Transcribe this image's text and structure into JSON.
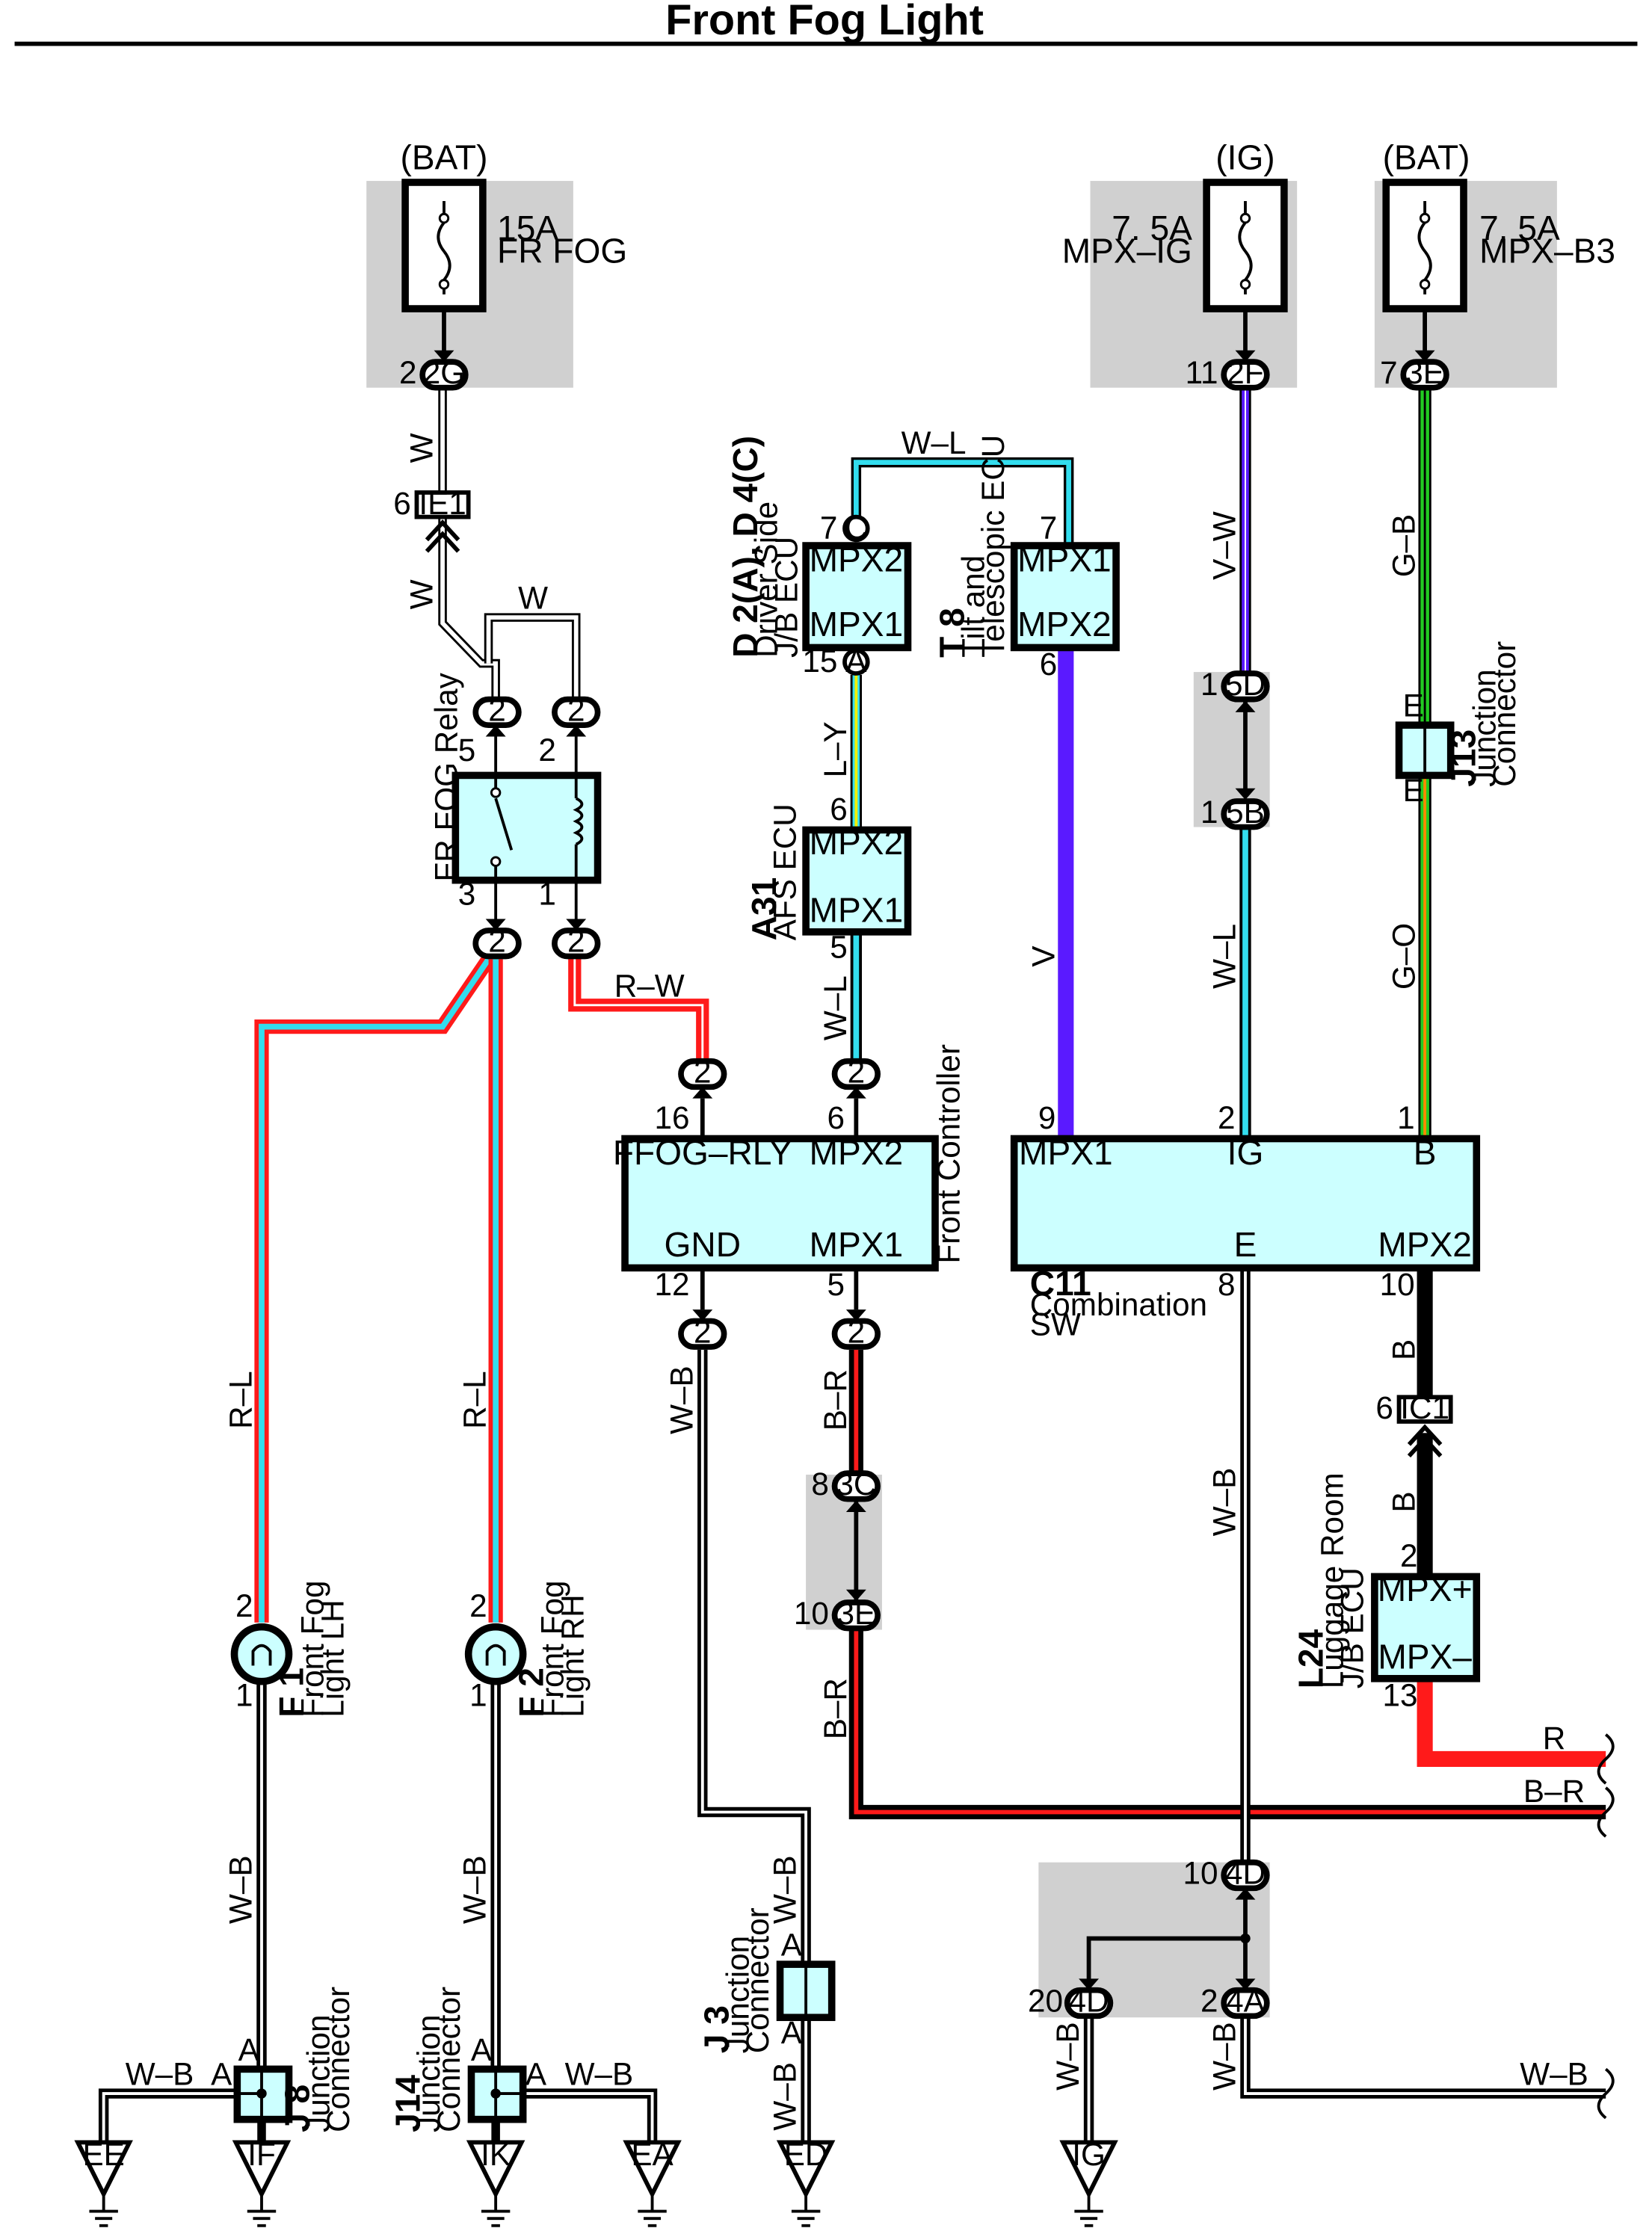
{
  "title": "Front Fog Light",
  "power": {
    "bat1": "(BAT)",
    "ig": "(IG)",
    "bat2": "(BAT)",
    "fuse_fr_fog_amp": "15A",
    "fuse_fr_fog_name": "FR FOG",
    "fuse_mpx_ig_amp": "7. 5A",
    "fuse_mpx_ig_name": "MPX–IG",
    "fuse_mpx_b3_amp": "7. 5A",
    "fuse_mpx_b3_name": "MPX–B3"
  },
  "connectors": {
    "c2G": "2G",
    "p2G": "2",
    "c2F": "2F",
    "p2F": "11",
    "c3E_top": "3E",
    "p3E_top": "7",
    "cIE1": "IE1",
    "pIE1": "6",
    "cIC1": "IC1",
    "pIC1": "6",
    "c5D": "5D",
    "p5D": "1",
    "c5B": "5B",
    "p5B": "1",
    "c3C": "3C",
    "p3C": "8",
    "c3E_mid": "3E",
    "p3E_mid": "10",
    "c4D_top": "4D",
    "p4D_top": "10",
    "c4D_left": "4D",
    "p4D_left": "20",
    "c4A": "4A",
    "p4A": "2",
    "c2": "2",
    "cA": "A",
    "cC": "C",
    "pin1": "1",
    "pin2": "2",
    "pin3": "3",
    "pin5": "5",
    "pin6": "6",
    "pin7": "7",
    "pin8": "8",
    "pin9": "9",
    "pin10": "10",
    "pin12": "12",
    "pin13": "13",
    "pin15": "15",
    "pin16": "16",
    "pinA": "A",
    "pinE": "E"
  },
  "components": {
    "relay": "FR FOG Relay",
    "d2_code": "D 2(A), D 4(C)",
    "d2_l1": "Driver Side",
    "d2_l2": "J/B ECU",
    "t8_code": "T 8",
    "t8_l1": "Tilt and",
    "t8_l2": "Telescopic ECU",
    "a31_code": "A31",
    "a31_l1": "AFS ECU",
    "front_ctrl": "Front Controller",
    "c11_code": "C11",
    "c11_l1": "Combination",
    "c11_l2": "SW",
    "j13_code": "J13",
    "j13_l1": "Junction",
    "j13_l2": "Connector",
    "l24_code": "L24",
    "l24_l1": "Luggage Room",
    "l24_l2": "J/B ECU",
    "f1_code": "F 1",
    "f1_l1": "Front Fog",
    "f1_l2": "Light LH",
    "f2_code": "F 2",
    "f2_l1": "Front Fog",
    "f2_l2": "Light RH",
    "j8_code": "J 8",
    "j8_l1": "Junction",
    "j8_l2": "Connector",
    "j14_code": "J14",
    "j14_l1": "Junction",
    "j14_l2": "Connector",
    "j3_code": "J 3",
    "j3_l1": "Junction",
    "j3_l2": "Connector"
  },
  "terminals": {
    "mpx1": "MPX1",
    "mpx2": "MPX2",
    "ffog_rly": "FFOG–RLY",
    "gnd": "GND",
    "ig": "IG",
    "b": "B",
    "e": "E",
    "mpx_plus": "MPX+",
    "mpx_minus": "MPX–"
  },
  "wires": {
    "w": "W",
    "wl": "W–L",
    "vw": "V–W",
    "gb": "G–B",
    "ly": "L–Y",
    "v": "V",
    "go": "G–O",
    "rw": "R–W",
    "rl": "R–L",
    "br": "B–R",
    "wb": "W–B",
    "b": "B",
    "r": "R"
  },
  "grounds": {
    "ee": "EE",
    "if": "IF",
    "ik": "IK",
    "ea": "EA",
    "ed": "ED",
    "ig": "IG"
  },
  "colors": {
    "box_fill": "#ccffff",
    "gray_area": "#d0d0d0",
    "red": "#ff1a1a",
    "cyan": "#33ddee",
    "blue_violet": "#5a1aff",
    "green": "#22cc22",
    "yellow": "#f0f000",
    "orange": "#ff8800",
    "black": "#000000",
    "white": "#ffffff"
  }
}
